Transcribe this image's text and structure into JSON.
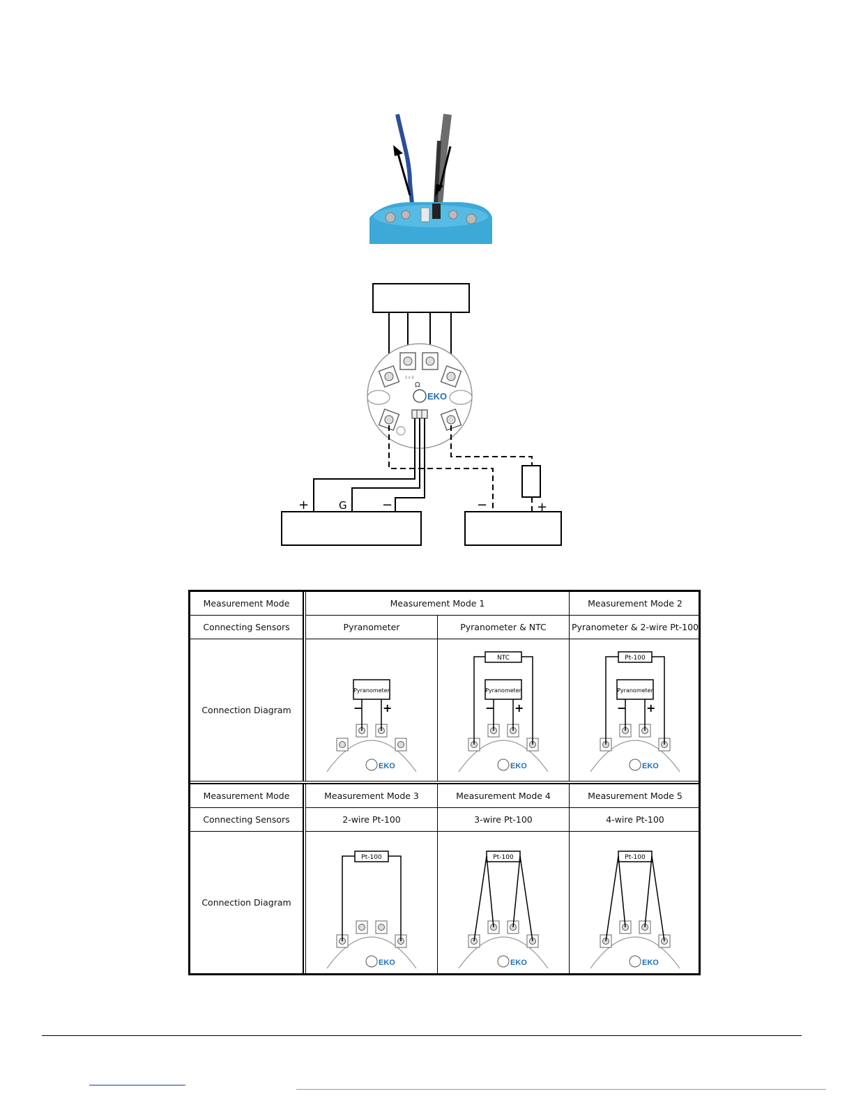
{
  "wiring_diagram": {
    "labels": {
      "plus_left": "+",
      "ground": "G",
      "minus_left": "−",
      "minus_right": "−",
      "plus_right": "+"
    },
    "logo": "EKO",
    "terminal_marks": "1  v  2",
    "omega": "Ω"
  },
  "mode_table": {
    "row_header_mode": "Measurement Mode",
    "row_header_sensors": "Connecting Sensors",
    "row_header_diagram": "Connection Diagram",
    "top": {
      "mode_1": "Measurement Mode 1",
      "mode_2": "Measurement Mode 2",
      "sensors": [
        "Pyranometer",
        "Pyranometer & NTC",
        "Pyranometer & 2-wire Pt-100"
      ]
    },
    "bottom": {
      "modes": [
        "Measurement Mode 3",
        "Measurement Mode 4",
        "Measurement Mode 5"
      ],
      "sensors": [
        "2-wire Pt-100",
        "3-wire Pt-100",
        "4-wire Pt-100"
      ]
    },
    "diagram_labels": {
      "pyranometer": "Pyranometer",
      "ntc": "NTC",
      "pt100": "Pt-100",
      "minus": "−",
      "plus": "+",
      "logo": "EKO"
    }
  }
}
